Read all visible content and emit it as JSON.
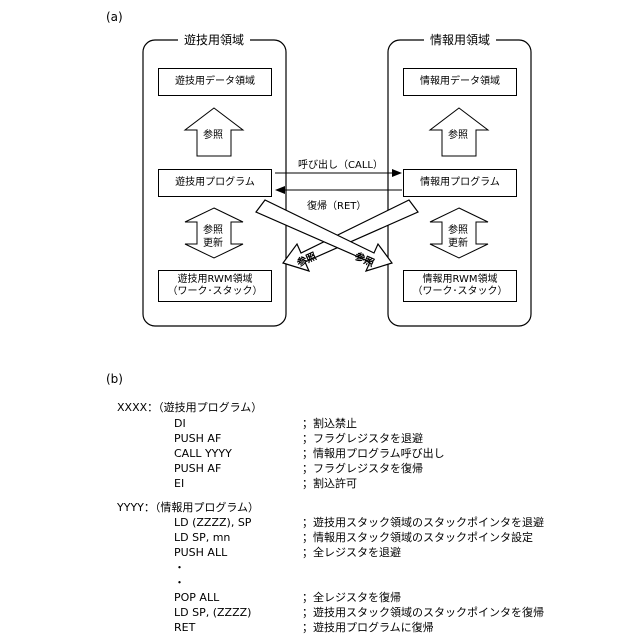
{
  "figure_a": {
    "label": "(a)",
    "left_panel": {
      "title": "遊技用領域",
      "data_box": "遊技用データ領域",
      "ref_label": "参照",
      "program_box": "遊技用プログラム",
      "ref_update_1": "参照",
      "ref_update_2": "更新",
      "rwm_box_line1": "遊技用RWM領域",
      "rwm_box_line2": "（ワーク･スタック）"
    },
    "right_panel": {
      "title": "情報用領域",
      "data_box": "情報用データ領域",
      "ref_label": "参照",
      "program_box": "情報用プログラム",
      "ref_update_1": "参照",
      "ref_update_2": "更新",
      "rwm_box_line1": "情報用RWM領域",
      "rwm_box_line2": "（ワーク･スタック）"
    },
    "call_label": "呼び出し（CALL）",
    "ret_label": "復帰（RET）",
    "cross_ref_left": "参照",
    "cross_ref_right": "参照"
  },
  "figure_b": {
    "label": "(b)",
    "block1_header": "XXXX：（遊技用プログラム）",
    "block1_lines": [
      {
        "op": "DI",
        "comment": "；割込禁止"
      },
      {
        "op": "PUSH  AF",
        "comment": "；フラグレジスタを退避"
      },
      {
        "op": "CALL   YYYY",
        "comment": "；情報用プログラム呼び出し"
      },
      {
        "op": "PUSH  AF",
        "comment": "；フラグレジスタを復帰"
      },
      {
        "op": "EI",
        "comment": "；割込許可"
      }
    ],
    "block2_header": "YYYY：（情報用プログラム）",
    "block2_lines": [
      {
        "op": "LD      (ZZZZ), SP",
        "comment": "；遊技用スタック領域のスタックポインタを退避"
      },
      {
        "op": "LD      SP, mn",
        "comment": "；情報用スタック領域のスタックポインタ設定"
      },
      {
        "op": "PUSH  ALL",
        "comment": "；全レジスタを退避"
      },
      {
        "op": "    ・",
        "comment": ""
      },
      {
        "op": "    ・",
        "comment": ""
      },
      {
        "op": "POP  ALL",
        "comment": "；全レジスタを復帰"
      },
      {
        "op": "LD      SP, (ZZZZ)",
        "comment": "；遊技用スタック領域のスタックポインタを復帰"
      },
      {
        "op": "RET",
        "comment": "；遊技用プログラムに復帰"
      }
    ]
  }
}
